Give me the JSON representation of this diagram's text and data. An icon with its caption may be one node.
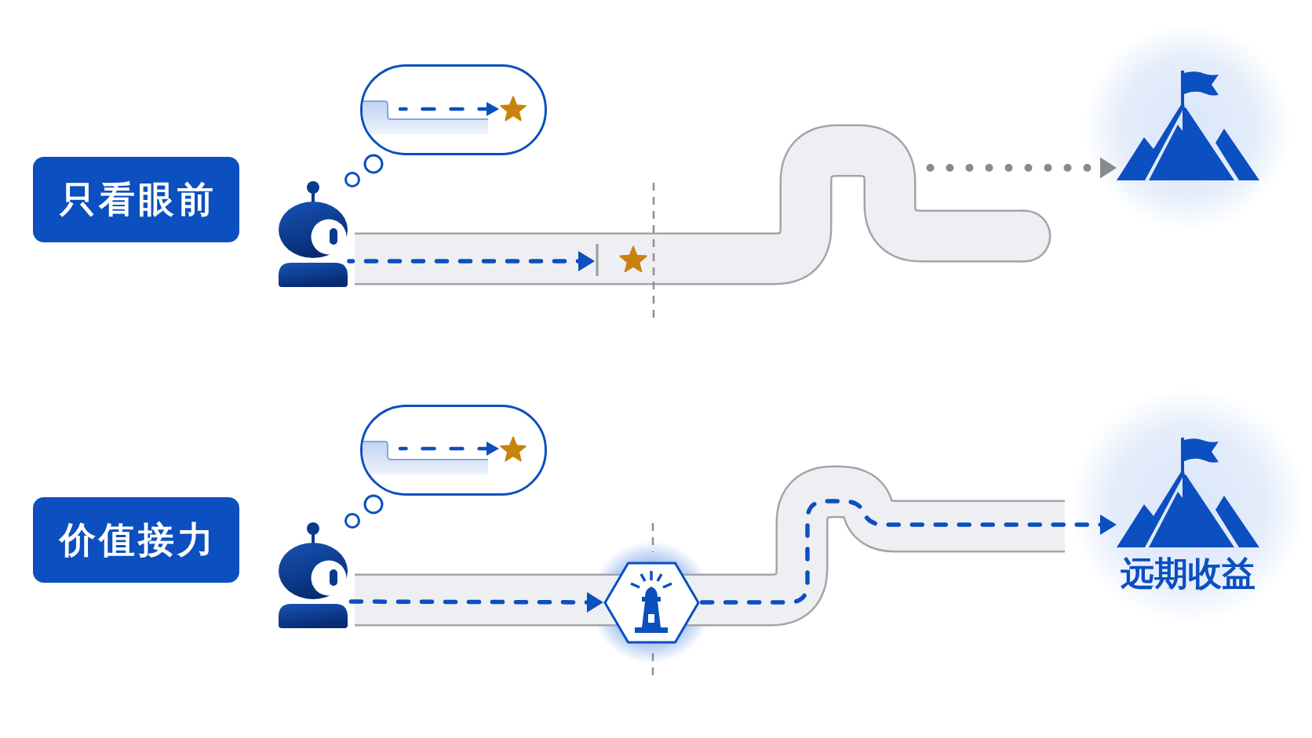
{
  "diagram": {
    "nodes": [
      {
        "text": [
          "只看眼前"
        ]
      },
      {
        "text": [],
        "shape": "cloud"
      },
      {
        "text": [],
        "shape": "star",
        "in": 1
      },
      {
        "text": [],
        "shape": "picture"
      },
      {
        "text": [],
        "shape": "bar"
      },
      {
        "text": [],
        "shape": "star"
      },
      {
        "text": [],
        "shape": "picture"
      },
      {
        "text": [
          "价值接力"
        ]
      },
      {
        "text": [],
        "shape": "cloud"
      },
      {
        "text": [],
        "shape": "star",
        "in": 8
      },
      {
        "text": [],
        "shape": "picture"
      },
      {
        "text": [],
        "shape": "hexagon"
      },
      {
        "text": [
          "远期收益"
        ]
      }
    ],
    "edges": [
      {
        "from": null,
        "to": 2,
        "arrow": "to",
        "style": "dashed"
      },
      {
        "from": 3,
        "to": 4,
        "arrow": "to",
        "style": "dashed"
      },
      {
        "from": null,
        "to": 6,
        "arrow": "to",
        "style": "dashed",
        "color": "#8a8a8e"
      },
      {
        "from": null,
        "to": 9,
        "arrow": "to",
        "style": "dashed"
      },
      {
        "from": 10,
        "to": 11,
        "arrow": "to",
        "style": "dashed"
      },
      {
        "from": 11,
        "to": 12,
        "arrow": "to",
        "style": "dashed"
      }
    ]
  }
}
